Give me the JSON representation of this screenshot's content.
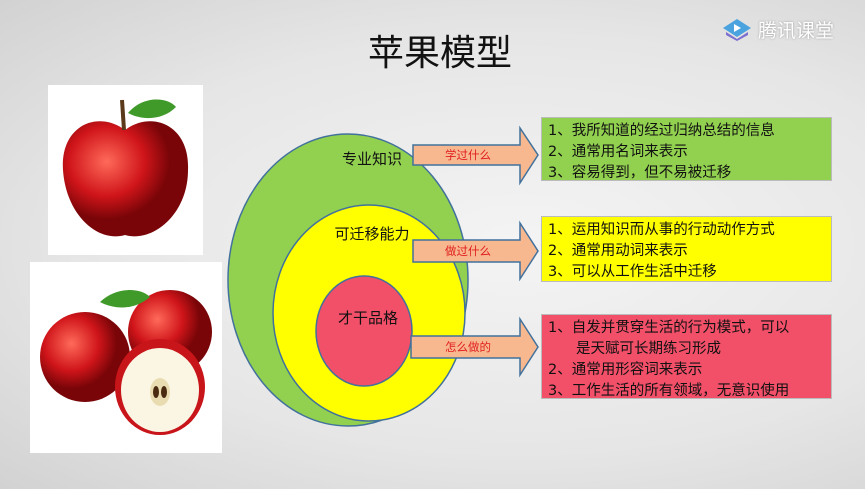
{
  "title": "苹果模型",
  "logo": {
    "text": "腾讯课堂",
    "icon": "play-icon"
  },
  "circles": [
    {
      "label": "专业知识",
      "color": "#92d050"
    },
    {
      "label": "可迁移能力",
      "color": "#ffff00"
    },
    {
      "label": "才干品格",
      "color": "#f24f69"
    }
  ],
  "arrows": [
    {
      "label": "学过什么"
    },
    {
      "label": "做过什么"
    },
    {
      "label": "怎么做的"
    }
  ],
  "arrow_color": "#f8b88f",
  "boxes": [
    {
      "color": "#92d050",
      "lines": [
        "1、我所知道的经过归纳总结的信息",
        "2、通常用名词来表示",
        "3、容易得到，但不易被迁移"
      ]
    },
    {
      "color": "#ffff00",
      "lines": [
        "1、运用知识而从事的行动动作方式",
        "2、通常用动词来表示",
        "3、可以从工作生活中迁移"
      ]
    },
    {
      "color": "#f24f69",
      "lines": [
        "1、自发并贯穿生活的行为模式，可以",
        "是天赋可长期练习形成",
        "2、通常用形容词来表示",
        "3、工作生活的所有领域，无意识使用"
      ]
    }
  ]
}
